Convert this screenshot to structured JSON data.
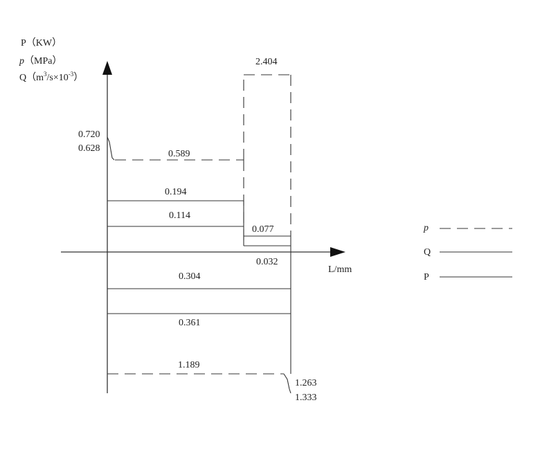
{
  "axes": {
    "y_label_P": "P（KW）",
    "y_label_p_sym": "p",
    "y_label_p_unit": "（MPa）",
    "y_label_Q_pre": "Q（m",
    "y_label_Q_sup1": "3",
    "y_label_Q_mid": "/s×10",
    "y_label_Q_sup2": "-3",
    "y_label_Q_end": "）",
    "x_label": "L/mm"
  },
  "chart_data": {
    "type": "step",
    "pressure_p": {
      "start_values": [
        "0.720",
        "0.628"
      ],
      "segment1": "0.589",
      "segment2": "2.404",
      "return_segment": "1.189",
      "end_values": [
        "1.263",
        "1.333"
      ]
    },
    "flow_Q": {
      "segment1": "0.194",
      "segment2": "0.077",
      "return_segment": "0.304"
    },
    "power_P": {
      "segment1": "0.114",
      "segment2": "0.032",
      "return_segment": "0.361"
    }
  },
  "legend": {
    "p_label": "p",
    "Q_label": "Q",
    "P_label": "P"
  }
}
